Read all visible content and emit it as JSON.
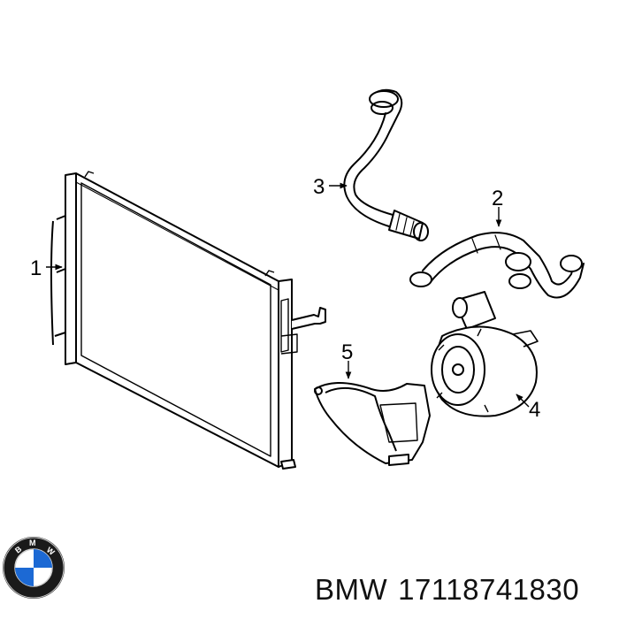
{
  "callouts": {
    "c1": "1",
    "c2": "2",
    "c3": "3",
    "c4": "4",
    "c5": "5"
  },
  "caption": {
    "brand": "BMW",
    "part_number": "17118741830"
  },
  "logo": {
    "lettering": "BMW",
    "icon": "bmw-roundel-icon",
    "colors": {
      "blue": "#1c69d4",
      "ring": "#1a1a1a",
      "white": "#ffffff"
    }
  },
  "parts": [
    {
      "callout": "1",
      "icon": "radiator-icon"
    },
    {
      "callout": "2",
      "icon": "coolant-hose-icon"
    },
    {
      "callout": "3",
      "icon": "upper-hose-icon"
    },
    {
      "callout": "4",
      "icon": "water-pump-icon"
    },
    {
      "callout": "5",
      "icon": "bracket-icon"
    }
  ]
}
